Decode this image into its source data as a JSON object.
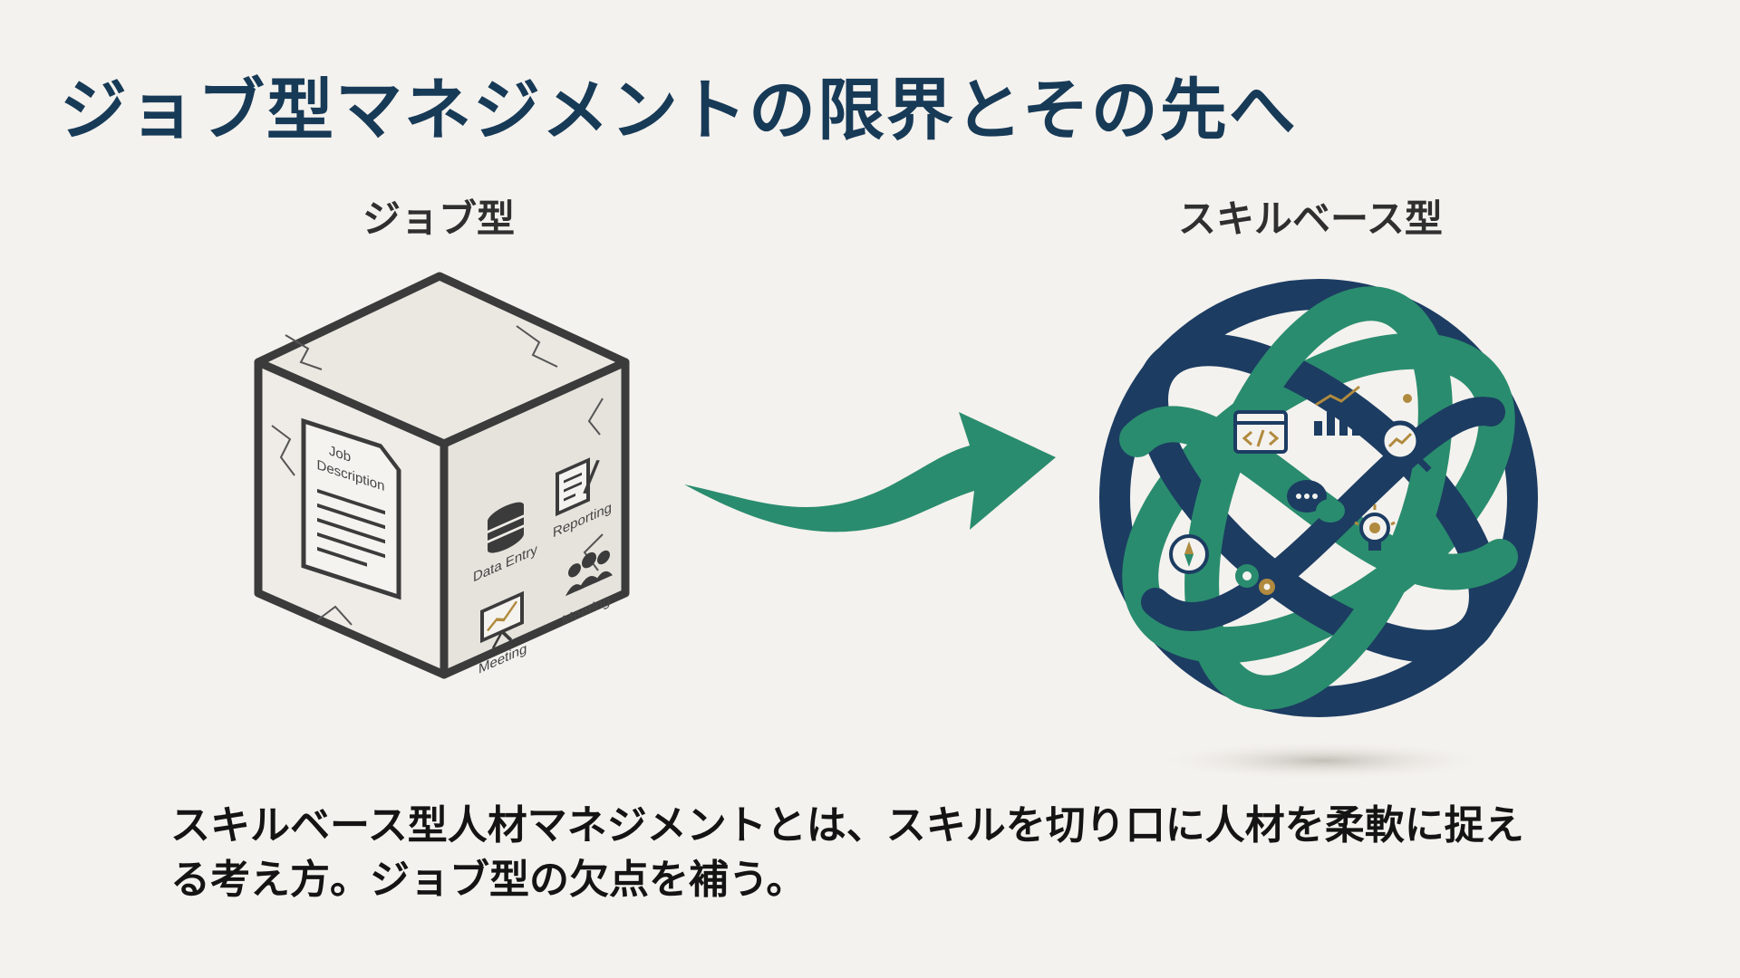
{
  "title": "ジョブ型マネジメントの限界とその先へ",
  "left": {
    "label": "ジョブ型",
    "doc_title_line1": "Job",
    "doc_title_line2": "Description",
    "task_data_entry": "Data Entry",
    "task_reporting": "Reporting",
    "task_meeting_1": "Meeting",
    "task_meeting_2": "Meeting"
  },
  "right": {
    "label": "スキルベース型"
  },
  "caption": {
    "line1": "スキルベース型人材マネジメントとは、スキルを切り口に人材を柔軟に捉え",
    "line2": "る考え方。ジョブ型の欠点を補う。"
  },
  "colors": {
    "title": "#173a57",
    "navy": "#1c3c62",
    "green": "#2a8c6e",
    "gold": "#b08a3e",
    "cube_stroke": "#3b3b3b"
  }
}
